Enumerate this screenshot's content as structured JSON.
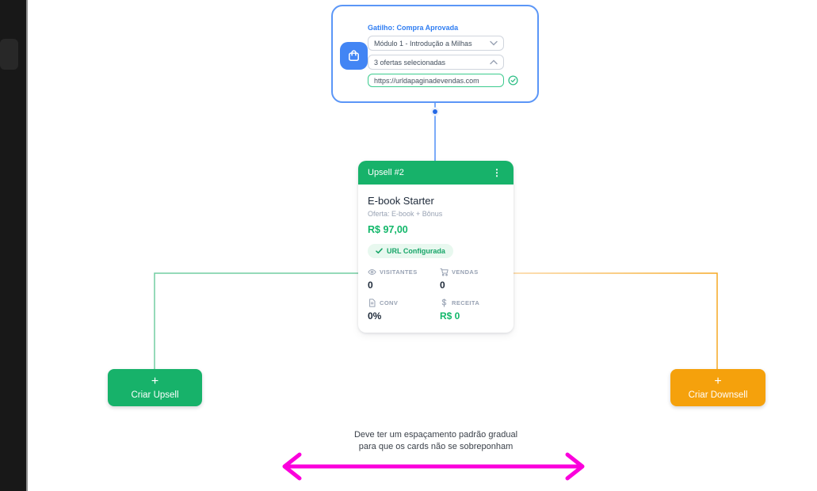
{
  "colors": {
    "trigger_border_blue": "#5b96f7",
    "icon_bg_blue": "#4285f4",
    "blue_line": "#5b96f7",
    "dot_blue": "#2468e5",
    "green": "#17b26a",
    "green_line": "#72cda2",
    "orange": "#f5a10c",
    "orange_line_light": "#fbd49b",
    "orange_line": "#f5a823",
    "magenta": "#fb00dc",
    "badge_bg": "#e8f8ef",
    "price_green": "#12b76a"
  },
  "icons": {
    "trigger": "shopping-bag-icon",
    "module_field": "chevron-down-icon",
    "offers_field": "chevron-up-icon",
    "url_valid": "check-circle-icon",
    "badge": "check-icon",
    "visitantes": "eye-icon",
    "vendas": "cart-icon",
    "conv": "document-icon",
    "receita": "dollar-icon",
    "card_menu": "kebab-menu-icon"
  },
  "trigger_node": {
    "label": "Gatilho: Compra Aprovada",
    "module_select": "Módulo 1 - Introdução a Milhas",
    "offers_select": "3 ofertas selecionadas",
    "url_input": "https://urldapaginadevendas.com"
  },
  "upsell_card": {
    "header": "Upsell #2",
    "menu": "⋮",
    "title": "E-book Starter",
    "subtitle": "Oferta: E-book + Bônus",
    "price": "R$ 97,00",
    "badge": "URL Configurada",
    "stats": [
      {
        "label": "VISITANTES",
        "value": "0"
      },
      {
        "label": "VENDAS",
        "value": "0"
      },
      {
        "label": "CONV",
        "value": "0%"
      },
      {
        "label": "RECEITA",
        "value": "R$ 0"
      }
    ]
  },
  "buttons": {
    "create_upsell": {
      "plus": "+",
      "label": "Criar Upsell"
    },
    "create_downsell": {
      "plus": "+",
      "label": "Criar Downsell"
    }
  },
  "note": {
    "line1": "Deve ter um espaçamento padrão gradual",
    "line2": "para que os cards não se sobreponham"
  }
}
